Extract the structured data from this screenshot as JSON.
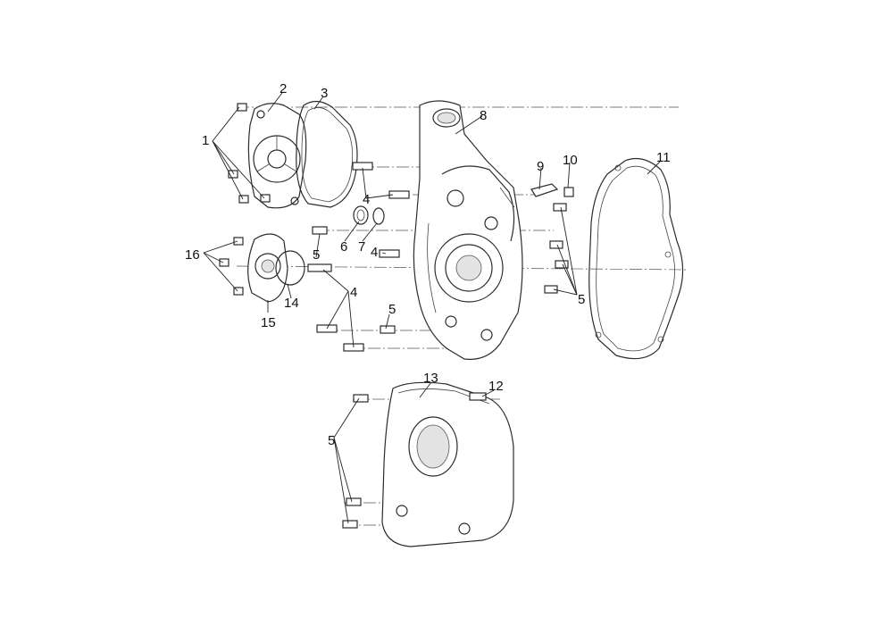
{
  "callouts": [
    {
      "text": "1"
    },
    {
      "text": "2"
    },
    {
      "text": "3"
    },
    {
      "text": "4"
    },
    {
      "text": "4"
    },
    {
      "text": "4"
    },
    {
      "text": "5"
    },
    {
      "text": "5"
    },
    {
      "text": "5"
    },
    {
      "text": "5"
    },
    {
      "text": "6"
    },
    {
      "text": "7"
    },
    {
      "text": "8"
    },
    {
      "text": "9"
    },
    {
      "text": "10"
    },
    {
      "text": "11"
    },
    {
      "text": "12"
    },
    {
      "text": "13"
    },
    {
      "text": "14"
    },
    {
      "text": "15"
    },
    {
      "text": "16"
    }
  ]
}
